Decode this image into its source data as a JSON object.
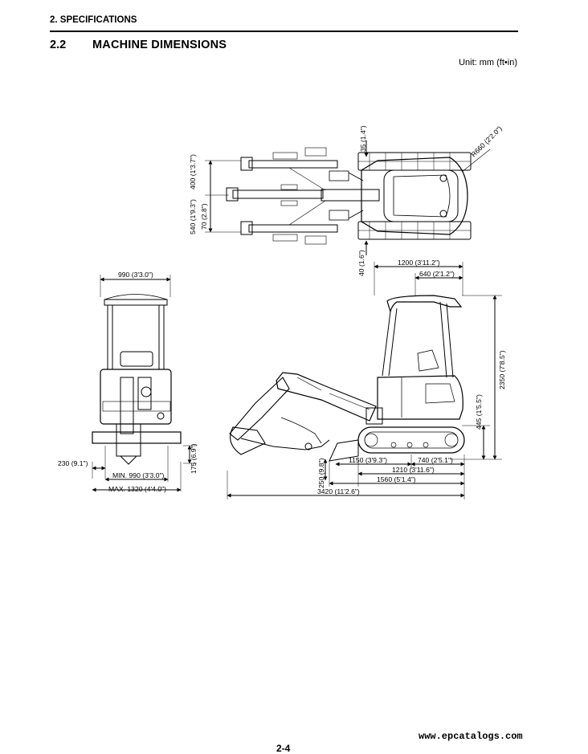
{
  "header": {
    "section": "2. SPECIFICATIONS"
  },
  "section": {
    "number": "2.2",
    "title": "MACHINE DIMENSIONS"
  },
  "unit_note": "Unit: mm (ft•in)",
  "dimensions": {
    "top_35": "35 (1.4\")",
    "top_radius": "R660 (2'2.0\")",
    "top_400": "400 (1'3.7\")",
    "top_540": "540 (1'9.3\")",
    "top_70": "70 (2.8\")",
    "top_40": "40 (1.6\")",
    "front_990": "990 (3'3.0\")",
    "front_230": "230 (9.1\")",
    "front_min": "MIN. 990 (3'3.0\")",
    "front_max": "MAX. 1320 (4'4.0\")",
    "front_175": "175 (6.9\")",
    "side_1200": "1200 (3'11.2\")",
    "side_640": "640 (2'1.2\")",
    "side_2350": "2350 (7'8.5\")",
    "side_445": "445 (1'5.5\")",
    "side_250": "250 (9.8\")",
    "side_1150": "1150 (3'9.3\")",
    "side_740": "740 (2'5.1\")",
    "side_1210": "1210 (3'11.6\")",
    "side_1560": "1560 (5'1.4\")",
    "side_3420": "3420 (11'2.6\")"
  },
  "footer": {
    "url": "www.epcatalogs.com",
    "page": "2-4"
  }
}
